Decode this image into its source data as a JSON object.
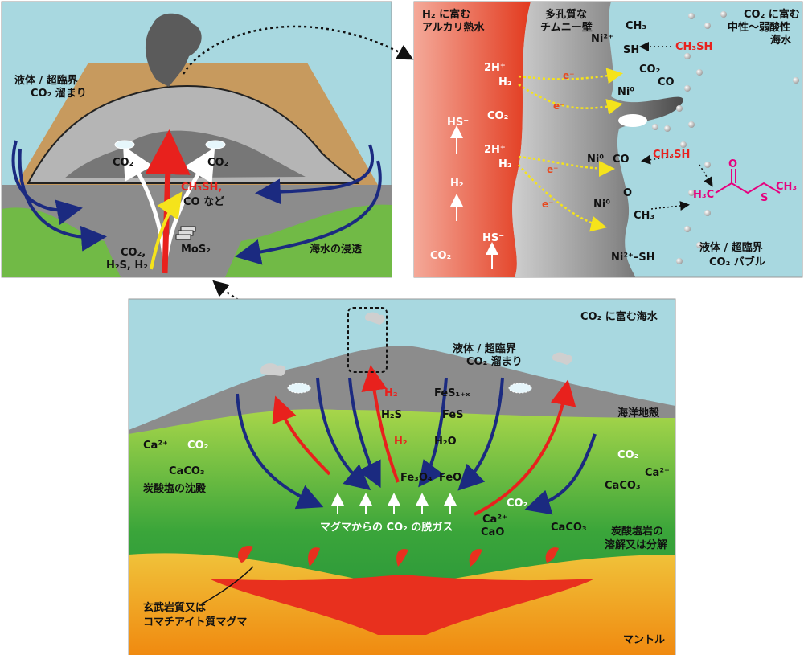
{
  "panel_left": {
    "label_co2_pool": [
      "液体 / 超臨界",
      "CO₂ 溜まり"
    ],
    "label_co2_left": "CO₂",
    "label_co2_right": "CO₂",
    "label_ch3sh": "CH₃SH,",
    "label_co": "CO など",
    "label_gases": [
      "CO₂,",
      "H₂S, H₂"
    ],
    "label_mos2": "MoS₂",
    "label_seawater_infiltration": "海水の浸透"
  },
  "panel_right": {
    "label_h2_water": [
      "H₂ に富む",
      "アルカリ熱水"
    ],
    "label_chimney": [
      "多孔質な",
      "チムニー壁"
    ],
    "label_neutral_water": [
      "CO₂ に富む",
      "中性〜弱酸性",
      "海水"
    ],
    "label_bubble": [
      "液体 / 超臨界",
      "CO₂ バブル"
    ],
    "species": {
      "h_plus_1": "2H⁺",
      "h2_1": "H₂",
      "h_plus_2": "2H⁺",
      "h2_2": "H₂",
      "hs_1": "HS⁻",
      "hs_2": "HS⁻",
      "co2_1": "CO₂",
      "h2_3": "H₂",
      "co2_2": "CO₂",
      "ni2_ch3": "Ni²⁺",
      "ch3": "CH₃",
      "sh": "SH",
      "ch3sh_1": "CH₃SH",
      "co2_3": "CO₂",
      "co_1": "CO",
      "ni0_1": "Ni⁰",
      "ni0_2": "Ni⁰",
      "co_2": "CO",
      "ch3sh_2": "CH₃SH",
      "o": "O",
      "ni0_3": "Ni⁰",
      "ch3_2": "CH₃",
      "ni2_sh": "Ni²⁺–SH",
      "electron": "e⁻",
      "product_h3c": "H₃C",
      "product_o": "O",
      "product_s": "S",
      "product_ch3": "CH₃"
    }
  },
  "panel_bottom": {
    "label_co2_seawater": "CO₂ に富む海水",
    "label_co2_pool": [
      "液体 / 超臨界",
      "CO₂ 溜まり"
    ],
    "label_oceanic_crust": "海洋地殻",
    "label_h2_1": "H₂",
    "label_fes1x": "FeS₁₊ₓ",
    "label_h2s": "H₂S",
    "label_fes": "FeS",
    "label_h2_2": "H₂",
    "label_h2o": "H₂O",
    "label_fe3o4": "Fe₃O₄",
    "label_feo": "FeO",
    "label_ca_left": "Ca²⁺",
    "label_co2_left": "CO₂",
    "label_caco3_left": "CaCO₃",
    "label_carbonate_precip": "炭酸塩の沈殿",
    "label_co2_right": "CO₂",
    "label_ca_right": "Ca²⁺",
    "label_caco3_right": "CaCO₃",
    "label_co2_lower": "CO₂",
    "label_ca_lower": "Ca²⁺",
    "label_cao": "CaO",
    "label_caco3_lower": "CaCO₃",
    "label_degassing": "マグマからの CO₂ の脱ガス",
    "label_carbonate_dissolve": [
      "炭酸塩岩の",
      "溶解又は分解"
    ],
    "label_magma": [
      "玄武岩質又は",
      "コマチアイト質マグマ"
    ],
    "label_mantle": "マントル"
  },
  "colors": {
    "sky": "#a8d8e0",
    "crust_gray": "#8c8c8c",
    "green": "#6cc23a",
    "mantle_orange": "#f39a18",
    "magma_red": "#e8301e",
    "navy_arrow": "#1b2a80",
    "red_arrow": "#e8211d",
    "yellow_arrow": "#f5e31b",
    "magenta_text": "#e6007e"
  }
}
